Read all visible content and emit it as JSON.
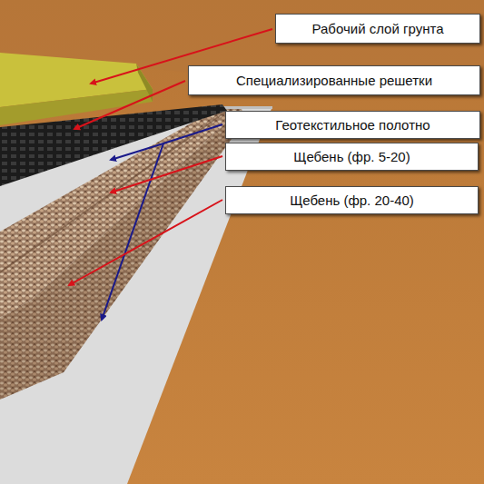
{
  "diagram": {
    "nodes": [
      {
        "text": [
          "Рабочий слой грунта"
        ]
      },
      {
        "text": [
          "Специализированные решетки"
        ]
      },
      {
        "text": [
          "Геотекстильное полотно"
        ]
      },
      {
        "text": [
          "Щебень  (фр. 5-20)"
        ]
      },
      {
        "text": [
          "Щебень  (фр. 20-40)"
        ]
      }
    ]
  }
}
